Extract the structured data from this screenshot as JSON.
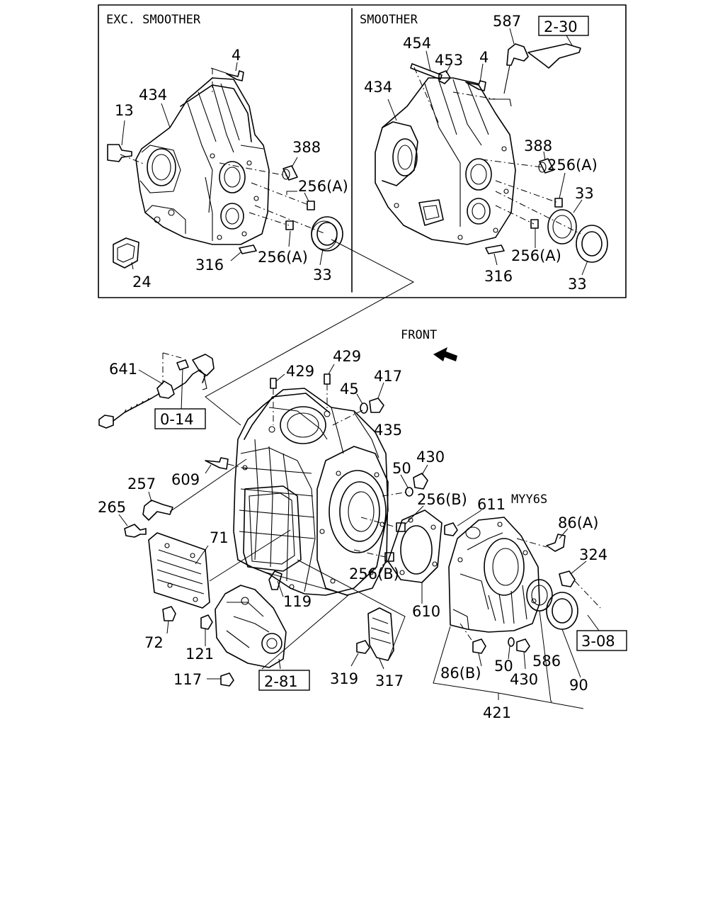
{
  "panels": {
    "left_title": "EXC. SMOOTHER",
    "right_title": "SMOOTHER"
  },
  "front_label": "FRONT",
  "variant_label": "MYY6S",
  "left_panel_labels": {
    "p4": "4",
    "p434": "434",
    "p13": "13",
    "p388": "388",
    "p256a_top": "256(A)",
    "p24": "24",
    "p316": "316",
    "p256a_bot": "256(A)",
    "p33": "33"
  },
  "right_panel_labels": {
    "p587": "587",
    "p454": "454",
    "p453": "453",
    "p4": "4",
    "p434": "434",
    "p388": "388",
    "p256a_top": "256(A)",
    "p33_top": "33",
    "p256a_bot": "256(A)",
    "p316": "316",
    "p33_bot": "33"
  },
  "main_labels": {
    "p641": "641",
    "p429a": "429",
    "p429b": "429",
    "p45": "45",
    "p417": "417",
    "p435": "435",
    "p609": "609",
    "p430a": "430",
    "p50a": "50",
    "p257": "257",
    "p256b_top": "256(B)",
    "p611": "611",
    "p265": "265",
    "p71": "71",
    "p86a": "86(A)",
    "p324": "324",
    "p256b_bot": "256(B)",
    "p119": "119",
    "p610": "610",
    "p72": "72",
    "p121": "121",
    "p319": "319",
    "p317": "317",
    "p117": "117",
    "p86b": "86(B)",
    "p50b": "50",
    "p430b": "430",
    "p586": "586",
    "p90": "90",
    "p421": "421"
  },
  "reference_boxes": {
    "r0_14": "0-14",
    "r2_30": "2-30",
    "r2_81": "2-81",
    "r3_08": "3-08"
  }
}
